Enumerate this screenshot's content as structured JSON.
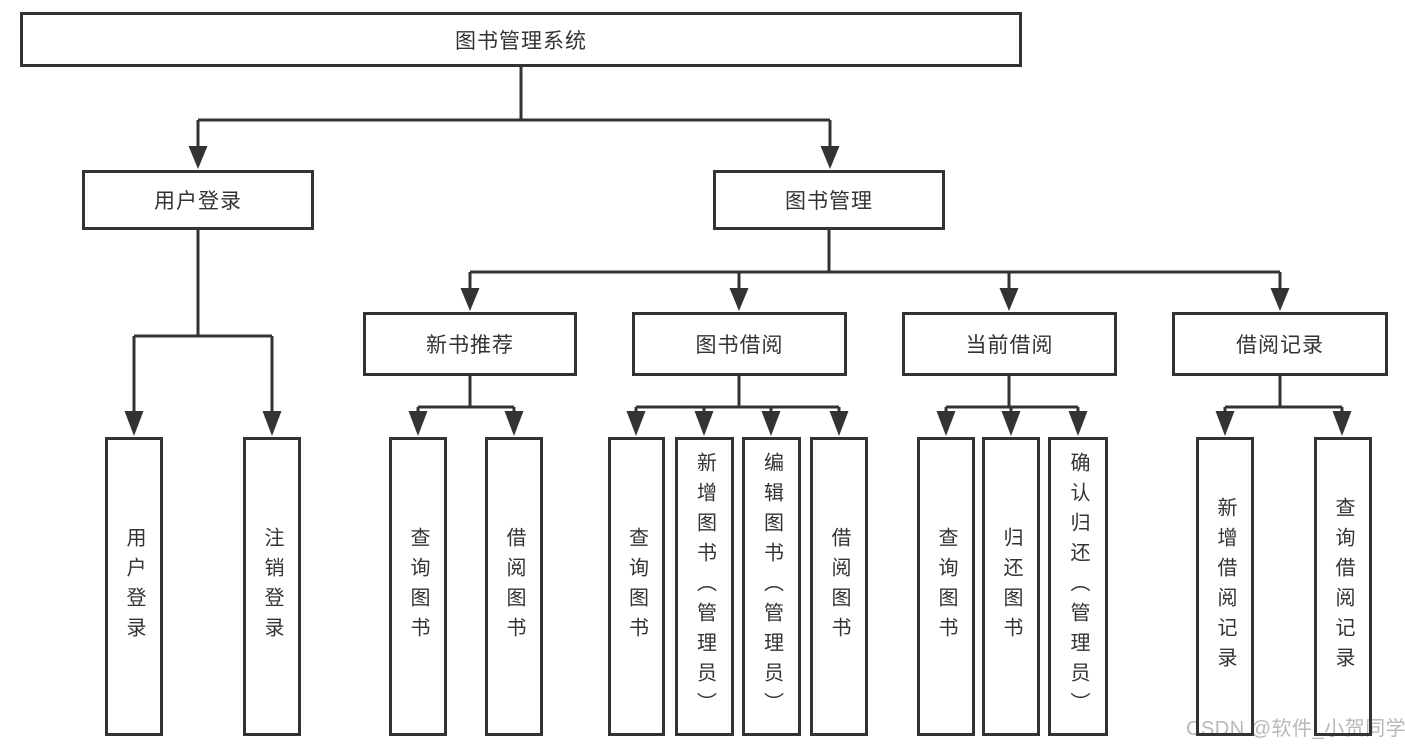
{
  "diagram": {
    "label": "图书管理系统",
    "children": [
      {
        "label": "用户登录",
        "children": [
          {
            "label": "用户登录"
          },
          {
            "label": "注销登录"
          }
        ]
      },
      {
        "label": "图书管理",
        "children": [
          {
            "label": "新书推荐",
            "children": [
              {
                "label": "查询图书"
              },
              {
                "label": "借阅图书"
              }
            ]
          },
          {
            "label": "图书借阅",
            "children": [
              {
                "label": "查询图书"
              },
              {
                "label": "新增图书（管理员）"
              },
              {
                "label": "编辑图书（管理员）"
              },
              {
                "label": "借阅图书"
              }
            ]
          },
          {
            "label": "当前借阅",
            "children": [
              {
                "label": "查询图书"
              },
              {
                "label": "归还图书"
              },
              {
                "label": "确认归还（管理员）"
              }
            ]
          },
          {
            "label": "借阅记录",
            "children": [
              {
                "label": "新增借阅记录"
              },
              {
                "label": "查询借阅记录"
              }
            ]
          }
        ]
      }
    ]
  },
  "watermark": {
    "text": "CSDN @软件_小贺同学"
  },
  "colors": {
    "line": "#333333",
    "box_border": "#333333",
    "box_fill": "#ffffff",
    "text": "#333333",
    "watermark": "#b9b9b9",
    "background": "#ffffff"
  }
}
